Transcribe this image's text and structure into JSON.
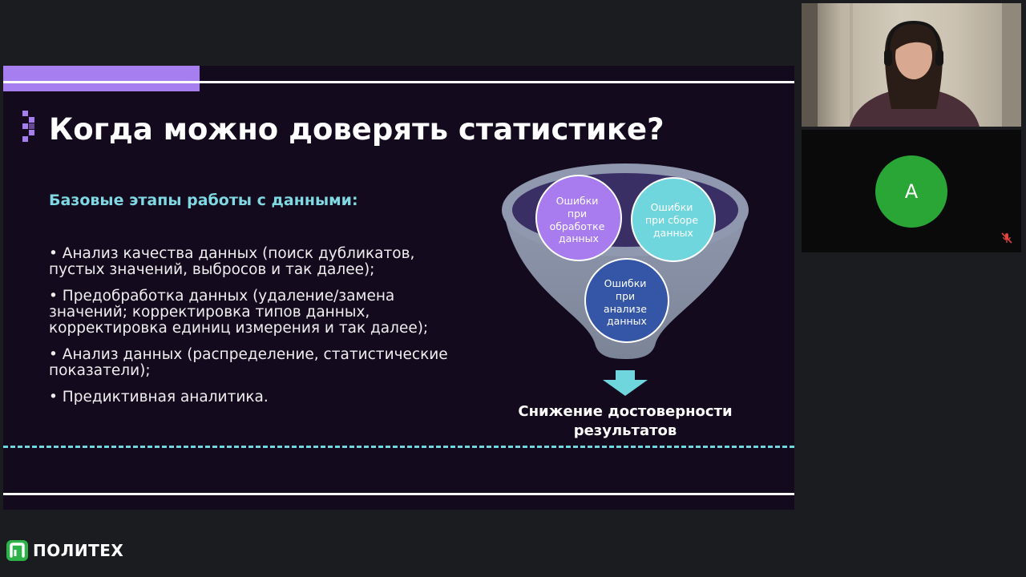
{
  "slide": {
    "title": "Когда можно доверять статистике?",
    "subtitle": "Базовые этапы работы с данными:",
    "bullets": [
      "• Анализ качества данных (поиск дубликатов, пустых значений, выбросов и так далее);",
      "• Предобработка данных (удаление/замена значений; корректировка типов данных, корректировка единиц измерения и так далее);",
      "• Анализ данных (распределение, статистические показатели);",
      "• Предиктивная аналитика."
    ],
    "funnel": {
      "circle_processing": [
        "Ошибки",
        "при",
        "обработке",
        "данных"
      ],
      "circle_collection": [
        "Ошибки",
        "при сборе",
        "данных"
      ],
      "circle_analysis": [
        "Ошибки",
        "при",
        "анализе",
        "данных"
      ]
    },
    "result_lines": [
      "Снижение достоверности",
      "результатов"
    ]
  },
  "participants": {
    "avatar_letter": "A"
  },
  "brand": {
    "name": "ПОЛИТЕХ",
    "logo_glyph": "П"
  },
  "colors": {
    "slide_background": "#140a1d",
    "accent_purple": "#a67ef0",
    "accent_cyan": "#6ed6dc",
    "avatar_green": "#29a635",
    "brand_green": "#2db24a"
  },
  "icons": {
    "mic_muted": "mic-muted-icon",
    "down_arrow": "down-arrow-icon",
    "title_decoration": "dot-pattern-icon"
  }
}
